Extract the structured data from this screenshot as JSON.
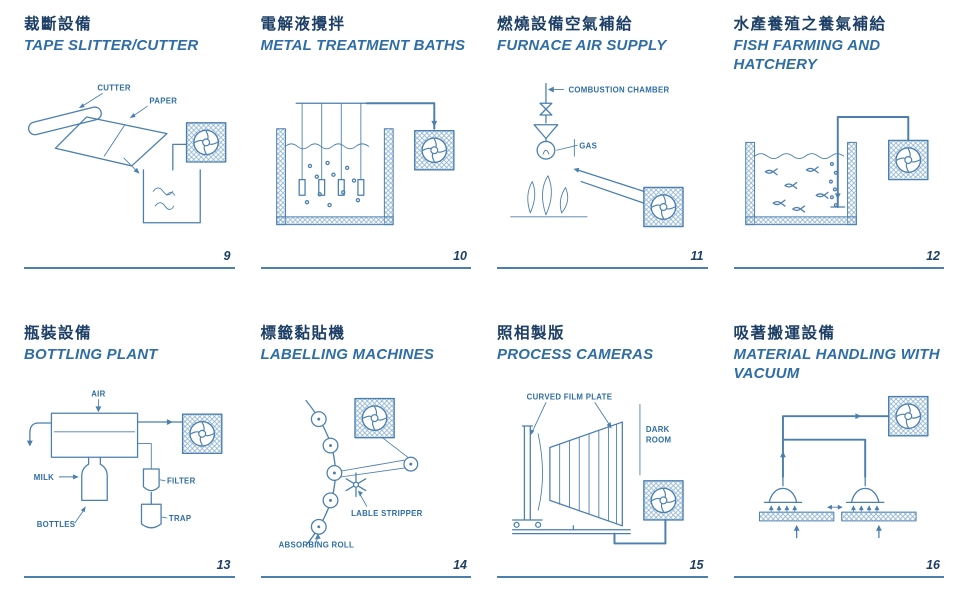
{
  "page": {
    "background": "#ffffff",
    "line_blue": "#4a7fae",
    "title_navy": "#1d3f66",
    "title_blue": "#2f6ea5"
  },
  "cells": [
    {
      "num": "9",
      "zh": "裁斷設備",
      "en": "TAPE SLITTER/CUTTER",
      "labels": {
        "cutter": "CUTTER",
        "paper": "PAPER"
      }
    },
    {
      "num": "10",
      "zh": "電解液攪拌",
      "en": "METAL TREATMENT BATHS",
      "labels": {}
    },
    {
      "num": "11",
      "zh": "燃燒設備空氣補給",
      "en": "FURNACE AIR SUPPLY",
      "labels": {
        "chamber": "COMBUSTION CHAMBER",
        "gas": "GAS"
      }
    },
    {
      "num": "12",
      "zh": "水產養殖之養氣補給",
      "en": "FISH FARMING AND HATCHERY",
      "labels": {}
    },
    {
      "num": "13",
      "zh": "瓶裝設備",
      "en": "BOTTLING PLANT",
      "labels": {
        "air": "AIR",
        "milk": "MILK",
        "bottles": "BOTTLES",
        "filter": "FILTER",
        "trap": "TRAP"
      }
    },
    {
      "num": "14",
      "zh": "標籤黏貼機",
      "en": "LABELLING MACHINES",
      "labels": {
        "stripper": "LABLE STRIPPER",
        "roll": "ABSORBING ROLL"
      }
    },
    {
      "num": "15",
      "zh": "照相製版",
      "en": "PROCESS CAMERAS",
      "labels": {
        "film": "CURVED FILM PLATE",
        "dark": "DARK",
        "room": "ROOM"
      }
    },
    {
      "num": "16",
      "zh": "吸著搬運設備",
      "en": "MATERIAL HANDLING WITH VACUUM",
      "labels": {}
    }
  ]
}
